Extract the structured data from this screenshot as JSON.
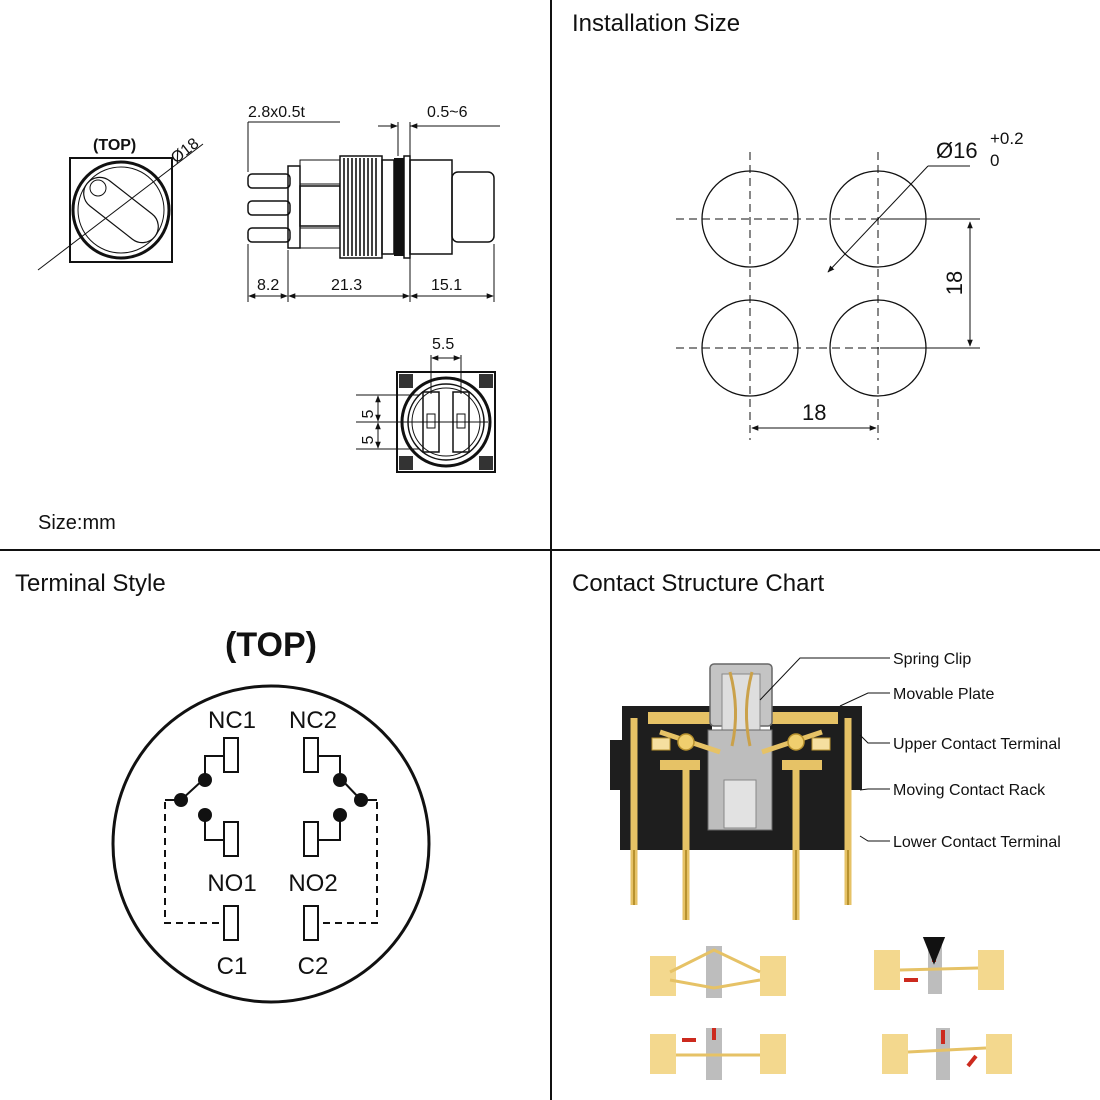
{
  "panels": {
    "dimensions": {
      "top_label": "(TOP)",
      "diameter": "Ø18",
      "terminal_size": "2.8x0.5t",
      "panel_thickness": "0.5~6",
      "len_terminal": "8.2",
      "len_body": "21.3",
      "len_head": "15.1",
      "pin_spacing": "5.5",
      "pin_pitch_1": "5",
      "pin_pitch_2": "5",
      "unit_note": "Size:mm"
    },
    "installation": {
      "title": "Installation Size",
      "hole_dia": "Ø16",
      "tol_upper": "+0.2",
      "tol_lower": "0",
      "spacing_v": "18",
      "spacing_h": "18"
    },
    "terminal": {
      "title": "Terminal Style",
      "top_label": "(TOP)",
      "nc1": "NC1",
      "nc2": "NC2",
      "no1": "NO1",
      "no2": "NO2",
      "c1": "C1",
      "c2": "C2"
    },
    "contact": {
      "title": "Contact Structure Chart",
      "spring_clip": "Spring Clip",
      "movable_plate": "Movable Plate",
      "upper_terminal": "Upper Contact Terminal",
      "moving_rack": "Moving Contact Rack",
      "lower_terminal": "Lower Contact Terminal"
    }
  },
  "colors": {
    "line": "#111111",
    "housing": "#1a1a1a",
    "gold": "#e6c266",
    "gold_dark": "#b8922f",
    "gray": "#b9b9b9",
    "arrow": "#cc2a1e"
  }
}
